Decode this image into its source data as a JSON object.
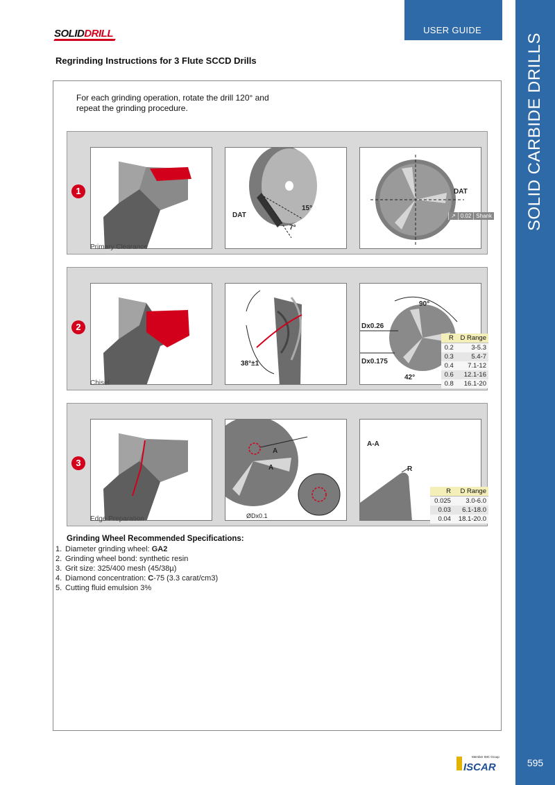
{
  "header": {
    "logo_solid": "SOLID",
    "logo_drill": "DRILL",
    "guide_label": "USER GUIDE",
    "page_title": "Regrinding Instructions for 3 Flute SCCD Drills"
  },
  "sidebar": {
    "title": "SOLID CARBIDE DRILLS",
    "page_number": "595"
  },
  "intro": "For each grinding operation, rotate the drill 120° and repeat the grinding procedure.",
  "steps": [
    {
      "number": "1",
      "label": "Primary Clearance",
      "dat_left": "DAT",
      "angle_a": "15°",
      "angle_b": "7°",
      "dat_right": "DAT",
      "tolerance": [
        "↗",
        "0.02",
        "Shank"
      ]
    },
    {
      "number": "2",
      "label": "Chisel",
      "angle": "38°±1",
      "angle_top": "90°",
      "dx_a": "Dx0.26",
      "dx_b": "Dx0.175",
      "angle_c": "42°",
      "table": {
        "headers": [
          "R",
          "D Range"
        ],
        "rows": [
          [
            "0.2",
            "3-5.3"
          ],
          [
            "0.3",
            "5.4-7"
          ],
          [
            "0.4",
            "7.1-12"
          ],
          [
            "0.6",
            "12.1-16"
          ],
          [
            "0.8",
            "16.1-20"
          ]
        ]
      }
    },
    {
      "number": "3",
      "label": "Edge Preparation",
      "section_a": "A",
      "section_a2": "A",
      "dx": "ØDx0.1",
      "section_title": "A-A",
      "radius_label": "R",
      "table": {
        "headers": [
          "R",
          "D Range"
        ],
        "rows": [
          [
            "0.025",
            "3.0-6.0"
          ],
          [
            "0.03",
            "6.1-18.0"
          ],
          [
            "0.04",
            "18.1-20.0"
          ]
        ]
      }
    }
  ],
  "specs": {
    "title": "Grinding Wheel Recommended Specifications:",
    "items": [
      {
        "num": "1.",
        "text": "Diameter grinding wheel: ",
        "bold": "GA2",
        "rest": ""
      },
      {
        "num": "2.",
        "text": "Grinding wheel bond: synthetic resin",
        "bold": "",
        "rest": ""
      },
      {
        "num": "3.",
        "text": "Grit size: 325/400 mesh (45/38µ)",
        "bold": "",
        "rest": ""
      },
      {
        "num": "4.",
        "text": "Diamond concentration: ",
        "bold": "C",
        "rest": "-75 (3.3 carat/cm3)"
      },
      {
        "num": "5.",
        "text": "Cutting fluid emulsion 3%",
        "bold": "",
        "rest": ""
      }
    ]
  },
  "footer": {
    "member_text": "Member IMC Group",
    "brand": "ISCAR"
  },
  "colors": {
    "accent_blue": "#2f6aa8",
    "highlight_red": "#d3001b",
    "panel_gray": "#d9d9d9"
  }
}
